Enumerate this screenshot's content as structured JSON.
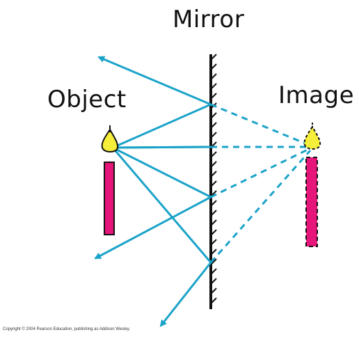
{
  "labels": {
    "mirror": "Mirror",
    "object": "Object",
    "image": "Image"
  },
  "copyright": "Copyright © 2004 Pearson Education, publishing as Addison Wesley.",
  "colors": {
    "ray": "#1ba3c9",
    "candle_body": "#e6157a",
    "flame": "#f5ee3a",
    "outline": "#111111"
  }
}
